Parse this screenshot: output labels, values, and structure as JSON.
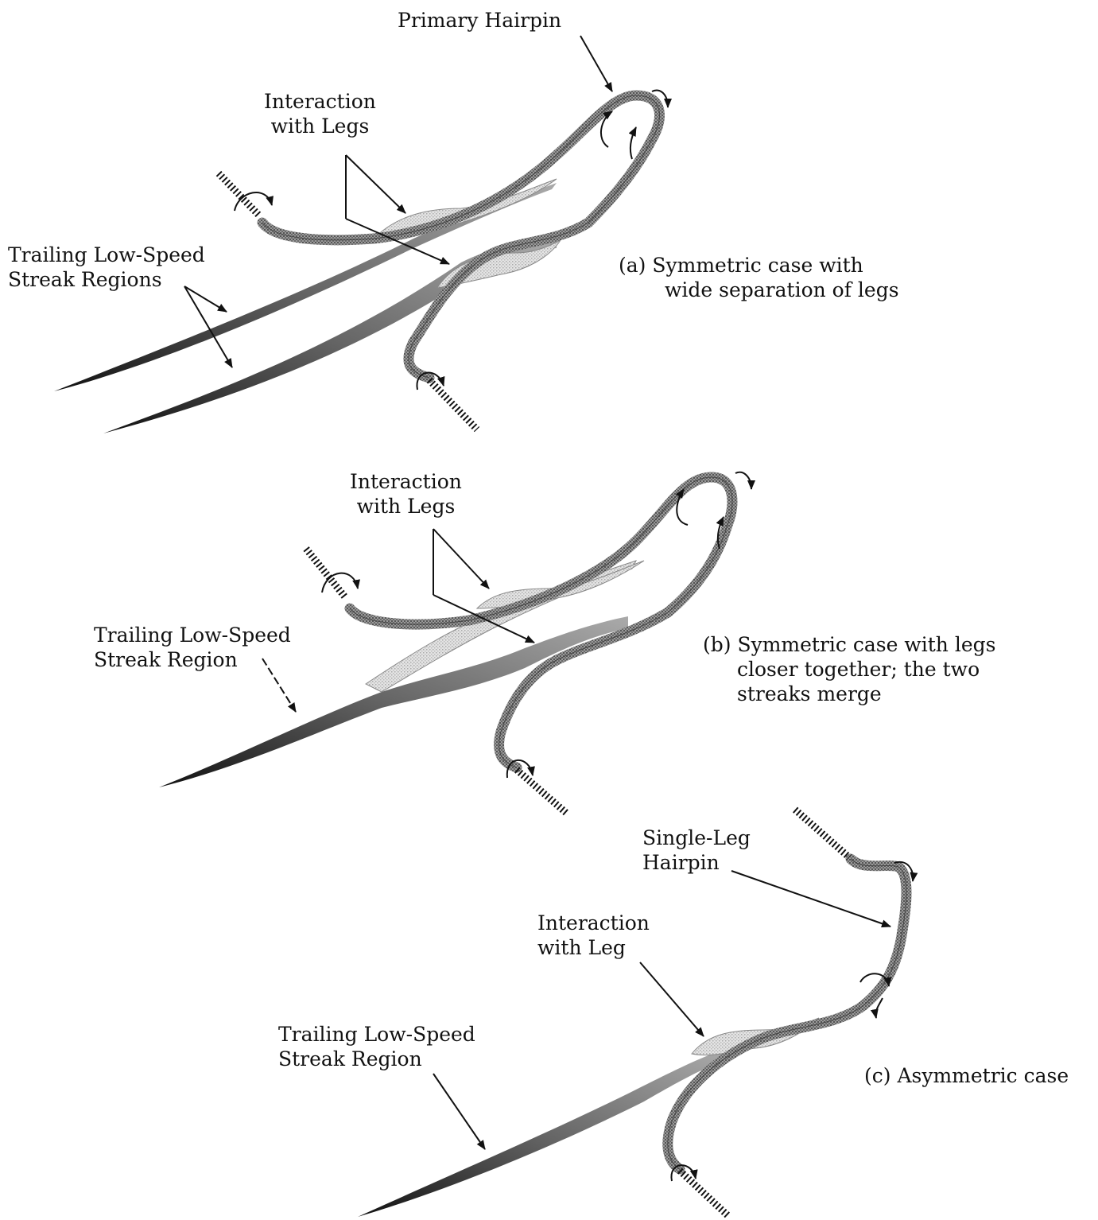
{
  "panels": [
    {
      "id": "a",
      "caption": [
        "(a)  Symmetric case with",
        "wide separation of legs"
      ],
      "labels": {
        "primary_hairpin": "Primary Hairpin",
        "interaction": [
          "Interaction",
          "with Legs"
        ],
        "trailing": [
          "Trailing Low-Speed",
          "Streak Regions"
        ]
      }
    },
    {
      "id": "b",
      "caption": [
        "(b)  Symmetric case with legs",
        "closer together; the two",
        "streaks merge"
      ],
      "labels": {
        "interaction": [
          "Interaction",
          "with Legs"
        ],
        "trailing": [
          "Trailing Low-Speed",
          "Streak Region"
        ]
      }
    },
    {
      "id": "c",
      "caption": [
        "(c)  Asymmetric case"
      ],
      "labels": {
        "single_leg": [
          "Single-Leg",
          "Hairpin"
        ],
        "interaction": [
          "Interaction",
          "with Leg"
        ],
        "trailing": [
          "Trailing Low-Speed",
          "Streak Region"
        ]
      }
    }
  ]
}
